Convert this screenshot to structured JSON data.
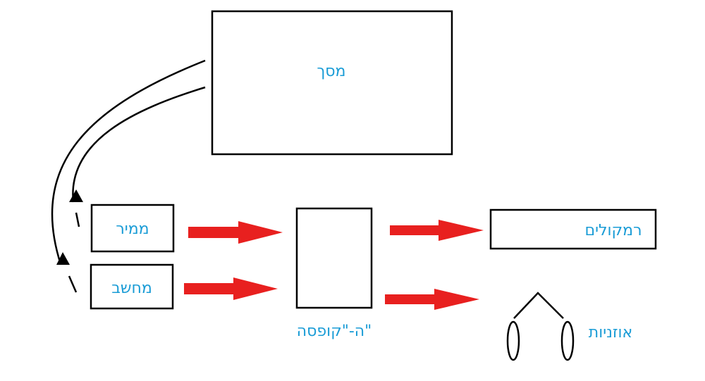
{
  "colors": {
    "label": "#1a9cd6",
    "arrow": "#e8201f",
    "line": "#000000"
  },
  "nodes": {
    "screen": {
      "label": "מסך"
    },
    "converter": {
      "label": "ממיר"
    },
    "computer": {
      "label": "מחשב"
    },
    "box": {
      "label": "ה-\"קופסה\""
    },
    "speakers": {
      "label": "רמקולים"
    },
    "headphones": {
      "label": "אוזניות",
      "icon": "headphones-icon"
    }
  },
  "edges": [
    {
      "from": "converter",
      "to": "box"
    },
    {
      "from": "computer",
      "to": "box"
    },
    {
      "from": "box",
      "to": "speakers"
    },
    {
      "from": "box",
      "to": "headphones"
    },
    {
      "from": "converter",
      "to": "screen"
    },
    {
      "from": "computer",
      "to": "screen"
    }
  ]
}
